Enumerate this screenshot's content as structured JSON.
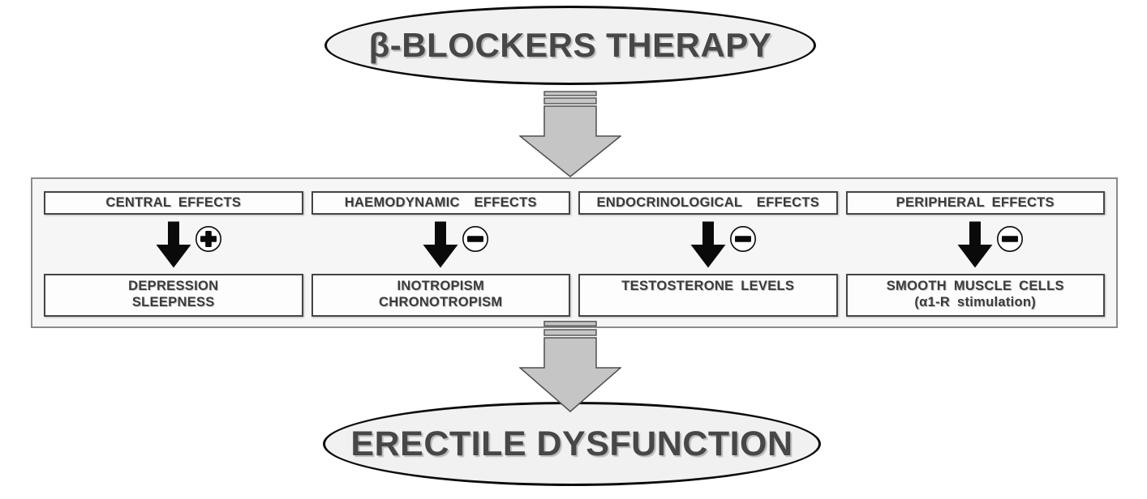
{
  "diagram": {
    "source_node": {
      "label": "β-BLOCKERS THERAPY"
    },
    "outcome_node": {
      "label": "ERECTILE DYSFUNCTION"
    },
    "columns": [
      {
        "category": "CENTRAL EFFECTS",
        "sign": "plus",
        "results": [
          "DEPRESSION",
          "SLEEPNESS"
        ]
      },
      {
        "category": "HAEMODYNAMIC  EFFECTS",
        "sign": "minus",
        "results": [
          "INOTROPISM",
          "CHRONOTROPISM"
        ]
      },
      {
        "category": "ENDOCRINOLOGICAL  EFFECTS",
        "sign": "minus",
        "results": [
          "TESTOSTERONE LEVELS"
        ]
      },
      {
        "category": "PERIPHERAL EFFECTS",
        "sign": "minus",
        "results": [
          "SMOOTH MUSCLE CELLS",
          "(α1-R stimulation)"
        ]
      }
    ],
    "colors": {
      "node_fill": "#f1f1f1",
      "node_border": "#0a0a0a",
      "big_arrow_fill": "#c5c5c5",
      "big_arrow_stroke": "#4f4f4f",
      "panel_fill": "#f6f6f6",
      "panel_border": "#8a8a8a",
      "box_border": "#454545",
      "text": "#3b3b3b",
      "sign_color": "#0a0a0a"
    }
  }
}
